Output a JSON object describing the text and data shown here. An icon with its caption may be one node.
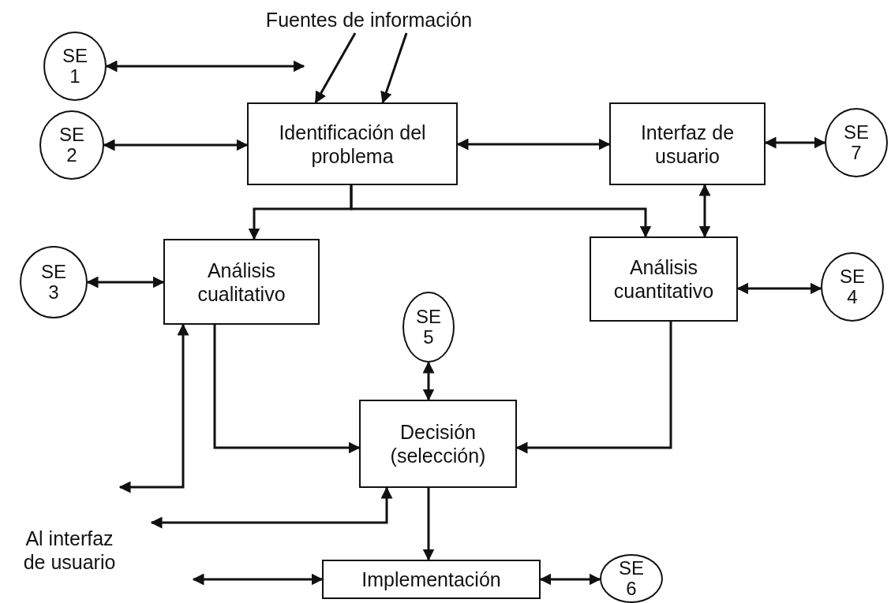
{
  "diagram": {
    "nodes": [
      {
        "text": [
          "Fuentes de información"
        ]
      },
      {
        "text": [
          "SE 1"
        ]
      },
      {
        "text": [
          "SE 2"
        ]
      },
      {
        "text": [
          "Identificación del problema"
        ]
      },
      {
        "text": [
          "Interfaz de usuario"
        ]
      },
      {
        "text": [
          "SE 7"
        ]
      },
      {
        "text": [
          "SE 3"
        ]
      },
      {
        "text": [
          "Análisis cualitativo"
        ]
      },
      {
        "text": [
          "Análisis cuantitativo"
        ]
      },
      {
        "text": [
          "SE 4"
        ]
      },
      {
        "text": [
          "SE 5"
        ]
      },
      {
        "text": [
          "Decisión (selección)"
        ]
      },
      {
        "text": [
          "Implementación"
        ]
      },
      {
        "text": [
          "SE 6"
        ]
      }
    ],
    "edges": [
      {
        "from": 0,
        "to": 3,
        "arrow": "to"
      },
      {
        "from": 0,
        "to": 3,
        "arrow": "to"
      },
      {
        "from": 1,
        "to": null,
        "arrow": "both"
      },
      {
        "from": 2,
        "to": 3,
        "arrow": "both"
      },
      {
        "from": 3,
        "to": 4,
        "arrow": "both"
      },
      {
        "from": 4,
        "to": 5,
        "arrow": "both"
      },
      {
        "from": 3,
        "to": 7,
        "arrow": "to"
      },
      {
        "from": 3,
        "to": 8,
        "arrow": "to"
      },
      {
        "from": 4,
        "to": 8,
        "arrow": "both"
      },
      {
        "from": 6,
        "to": 7,
        "arrow": "both"
      },
      {
        "from": 8,
        "to": 9,
        "arrow": "both"
      },
      {
        "from": 10,
        "to": 11,
        "arrow": "both"
      },
      {
        "from": 7,
        "to": 11,
        "arrow": "to"
      },
      {
        "from": 8,
        "to": 11,
        "arrow": "to"
      },
      {
        "from": 7,
        "to": null,
        "arrow": "both"
      },
      {
        "from": 11,
        "to": null,
        "arrow": "both"
      },
      {
        "from": 11,
        "to": 12,
        "arrow": "to"
      },
      {
        "from": null,
        "to": 12,
        "arrow": "both"
      },
      {
        "from": 12,
        "to": 13,
        "arrow": "both"
      }
    ],
    "labels": [
      "Al interfaz de usuario"
    ]
  }
}
